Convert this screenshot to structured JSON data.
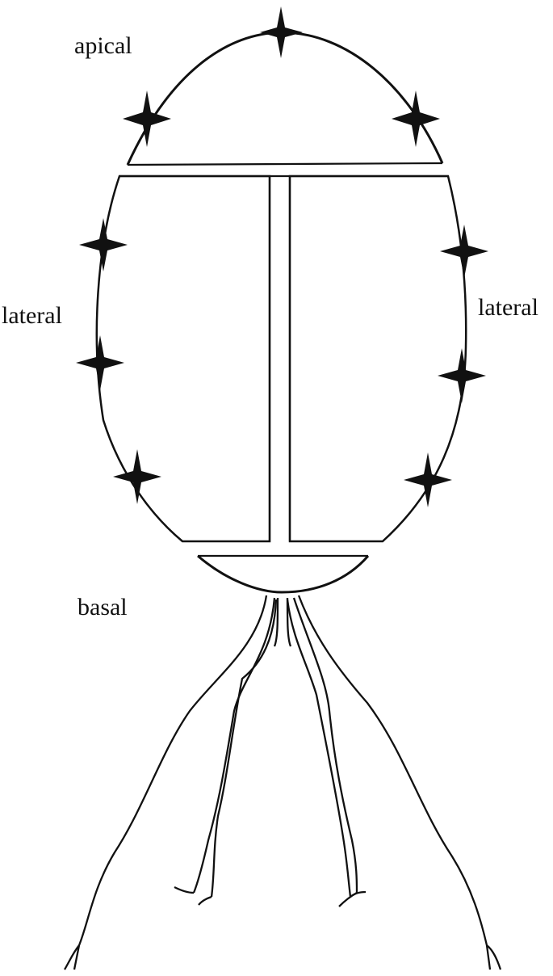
{
  "labels": {
    "apical": "apical",
    "lateral_left": "lateral",
    "lateral_right": "lateral",
    "basal": "basal"
  },
  "colors": {
    "ink": "#111111",
    "paper": "#ffffff"
  }
}
